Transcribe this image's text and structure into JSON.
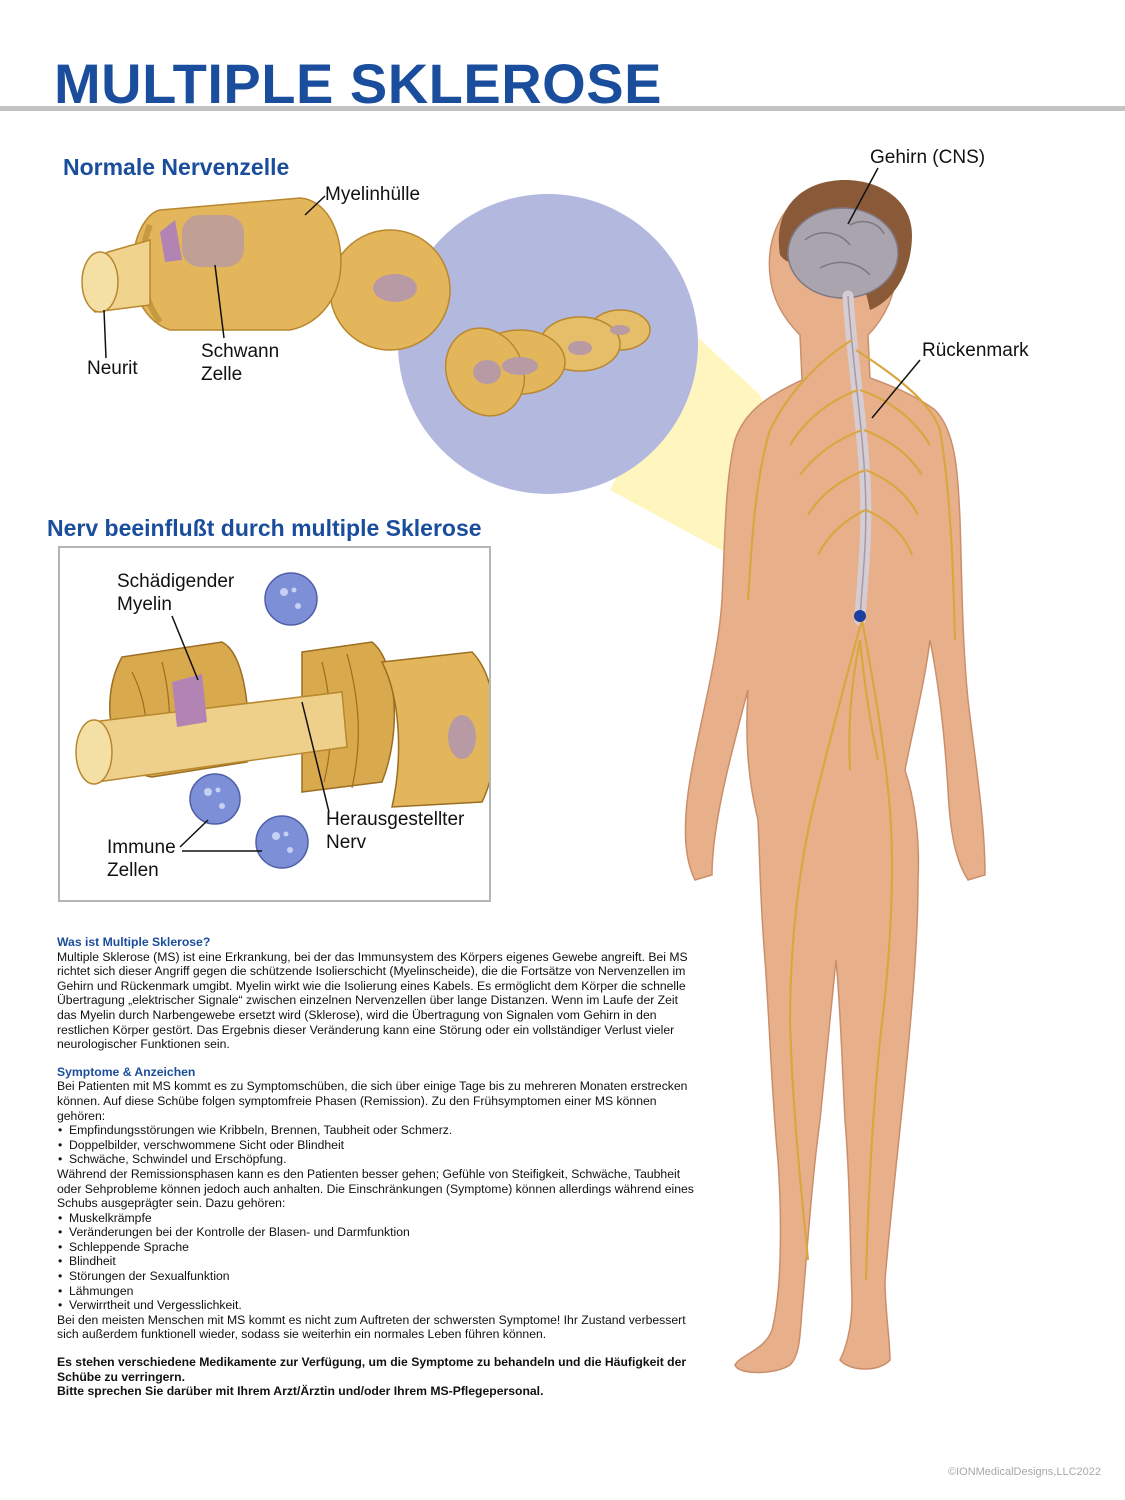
{
  "title": "MULTIPLE SKLEROSE",
  "normal_section": {
    "heading": "Normale Nervenzelle",
    "labels": {
      "myelin": "Myelinhülle",
      "neurit": "Neurit",
      "schwann_1": "Schwann",
      "schwann_2": "Zelle"
    }
  },
  "body_labels": {
    "brain": "Gehirn (CNS)",
    "spinal_cord": "Rückenmark"
  },
  "ms_section": {
    "heading": "Nerv beeinflußt durch multiple Sklerose",
    "labels": {
      "damaging_1": "Schädigender",
      "damaging_2": "Myelin",
      "exposed_1": "Herausgestellter",
      "exposed_2": "Nerv",
      "immune_1": "Immune",
      "immune_2": "Zellen"
    }
  },
  "info": {
    "what_heading": "Was ist Multiple Sklerose?",
    "what_text": "Multiple Sklerose (MS) ist eine Erkrankung, bei der das Immunsystem des Körpers eigenes Gewebe angreift. Bei MS richtet sich dieser Angriff gegen die schützende Isolierschicht (Myelinscheide), die die Fortsätze von Nervenzellen im Gehirn und Rückenmark umgibt. Myelin wirkt wie die Isolierung eines Kabels. Es ermöglicht dem Körper die schnelle Übertragung „elektrischer Signale“ zwischen einzelnen Nervenzellen über lange Distanzen. Wenn im Laufe der Zeit das Myelin durch Narbengewebe ersetzt wird (Sklerose), wird die Übertragung von Signalen vom Gehirn in den restlichen Körper gestört. Das Ergebnis dieser Veränderung kann eine Störung oder ein vollständiger Verlust vieler neurologischer Funktionen sein.",
    "symptoms_heading": "Symptome & Anzeichen",
    "symptoms_intro": "Bei Patienten mit MS kommt es zu Symptomschüben, die sich über einige Tage bis zu mehreren Monaten erstrecken können. Auf diese Schübe folgen symptomfreie Phasen (Remission). Zu den Frühsymptomen einer MS können gehören:",
    "early_symptoms": [
      "Empfindungsstörungen wie Kribbeln, Brennen, Taubheit oder Schmerz.",
      "Doppelbilder, verschwommene Sicht oder Blindheit",
      "Schwäche, Schwindel und Erschöpfung."
    ],
    "remission_text": "Während der Remissionsphasen kann es den Patienten besser gehen; Gefühle von Steifigkeit, Schwäche, Taubheit oder Sehprobleme können jedoch auch anhalten. Die Einschränkungen (Symptome) können allerdings während eines Schubs ausgeprägter sein. Dazu gehören:",
    "later_symptoms": [
      "Muskelkrämpfe",
      "Veränderungen bei der Kontrolle der Blasen- und Darmfunktion",
      "Schleppende Sprache",
      "Blindheit",
      "Störungen der Sexualfunktion",
      "Lähmungen",
      "Verwirrtheit und Vergesslichkeit."
    ],
    "outlook_text": "Bei den meisten Menschen mit MS kommt es nicht zum Auftreten der schwersten Symptome! Ihr Zustand verbessert sich außerdem funktionell wieder, sodass sie weiterhin ein normales Leben führen können.",
    "closing_1": "Es stehen verschiedene Medikamente zur Verfügung, um die Symptome zu behandeln und die Häufigkeit der Schübe zu verringern.",
    "closing_2": "Bitte sprechen Sie darüber mit Ihrem Arzt/Ärztin und/oder Ihrem MS-Pflegepersonal."
  },
  "copyright": "©IONMedicalDesigns,LLC2022",
  "colors": {
    "title_blue": "#1a4d9c",
    "myelin_gold": "#e3b65c",
    "zoom_circle": "#b3b8de",
    "immune_cell": "#7d8fd6",
    "skin": "#e8b08a",
    "nerve": "#d9a640",
    "marker": "#1a3f9e"
  }
}
